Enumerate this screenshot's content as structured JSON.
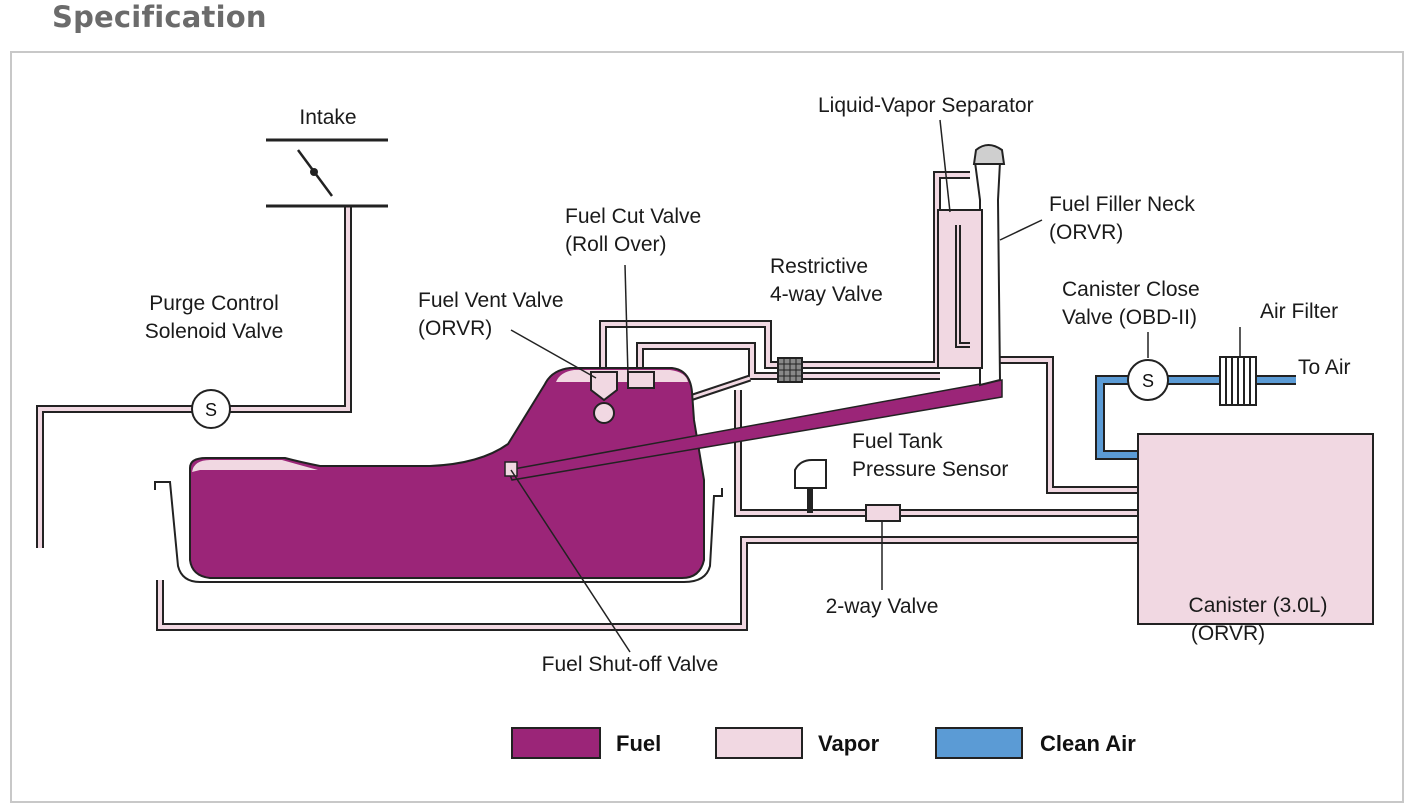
{
  "header": {
    "title": "Specification"
  },
  "colors": {
    "fuel": "#9b2578",
    "vapor": "#f1d8e2",
    "clean_air": "#5b9bd5",
    "pipe": "#222222"
  },
  "labels": {
    "intake": "Intake",
    "purge_l1": "Purge Control",
    "purge_l2": "Solenoid Valve",
    "purge_symbol": "S",
    "vent_l1": "Fuel Vent Valve",
    "vent_l2": "(ORVR)",
    "cut_l1": "Fuel Cut Valve",
    "cut_l2": "(Roll Over)",
    "restrict_l1": "Restrictive",
    "restrict_l2": "4-way Valve",
    "separator": "Liquid-Vapor Separator",
    "filler_l1": "Fuel Filler Neck",
    "filler_l2": "(ORVR)",
    "close_l1": "Canister Close",
    "close_l2": "Valve (OBD-II)",
    "close_symbol": "S",
    "air_filter": "Air Filter",
    "to_air": "To Air",
    "pressure_l1": "Fuel Tank",
    "pressure_l2": "Pressure Sensor",
    "two_way": "2-way Valve",
    "canister_l1": "Canister (3.0L)",
    "canister_l2": "(ORVR)",
    "shutoff": "Fuel Shut-off Valve"
  },
  "legend": [
    {
      "label": "Fuel",
      "color": "#9b2578"
    },
    {
      "label": "Vapor",
      "color": "#f1d8e2"
    },
    {
      "label": "Clean Air",
      "color": "#5b9bd5"
    }
  ]
}
